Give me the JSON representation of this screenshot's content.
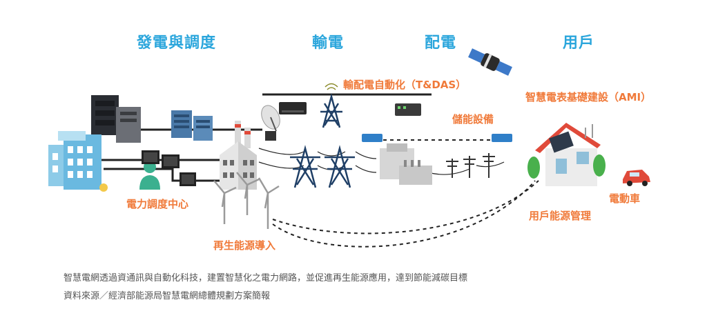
{
  "headers": {
    "generation": "發電與調度",
    "transmission": "輸電",
    "distribution": "配電",
    "user": "用戶"
  },
  "labels": {
    "td_automation": "輸配電自動化（T&DAS）",
    "storage": "儲能設備",
    "ami": "智慧電表基礎建設（AMI）",
    "dispatch_center": "電力調度中心",
    "renewable": "再生能源導入",
    "home_ems": "用戶能源管理",
    "ev": "電動車"
  },
  "caption": {
    "line1": "智慧電網透過資通訊與自動化科技，建置智慧化之電力網路，並促進再生能源應用，達到節能減碳目標",
    "line2": "資料來源／經濟部能源局智慧電網總體規劃方案簡報"
  },
  "colors": {
    "header": "#2ba6dc",
    "label": "#f07a3a",
    "line": "#222222",
    "tower": "#1f3f66",
    "building": "#7cc4e6",
    "roof": "#e04a3a"
  }
}
